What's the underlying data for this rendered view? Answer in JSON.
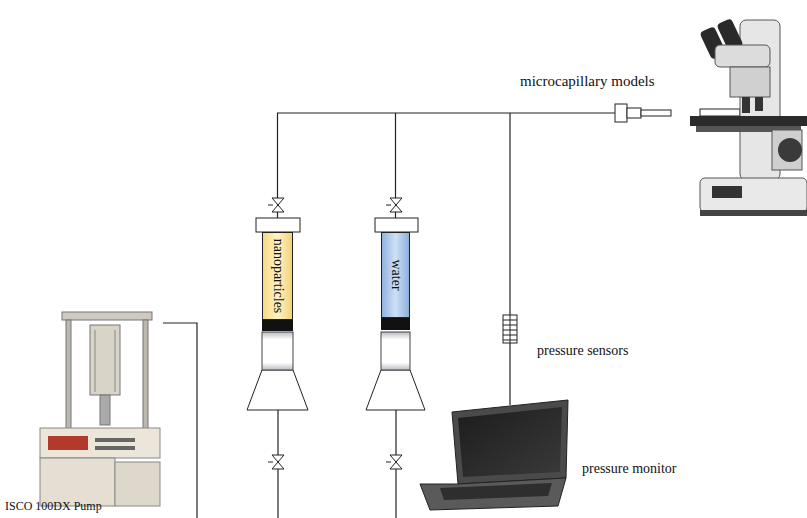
{
  "diagram": {
    "nodes": [
      {
        "text": [
          "nanoparticles"
        ]
      },
      {
        "text": [
          "water"
        ]
      }
    ],
    "edges": [
      {
        "from": 0,
        "to": 1,
        "arrow": "none"
      }
    ],
    "labels": [
      "microcapillary models",
      "pressure sensors",
      "pressure monitor",
      "ISCO 100DX Pump"
    ]
  }
}
